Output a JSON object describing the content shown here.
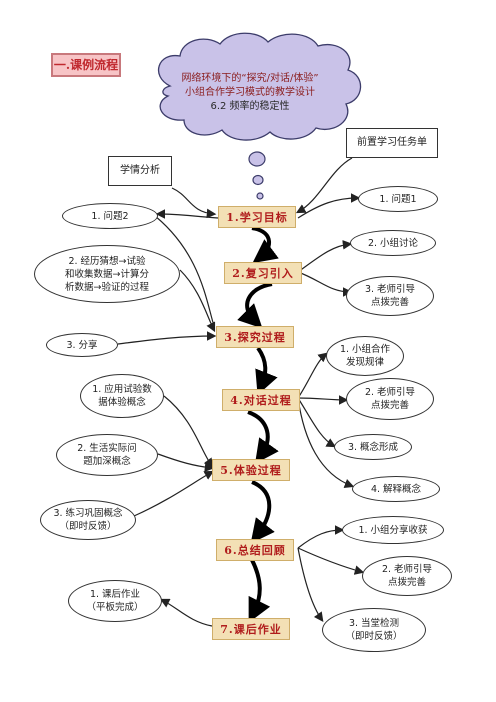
{
  "header": {
    "badge": "一.课例流程"
  },
  "cloud": {
    "line1": "网络环境下的“探究/对话/体验”",
    "line2": "小组合作学习模式的教学设计",
    "line3": "6.2  频率的稳定性"
  },
  "labels": {
    "analysis": "学情分析",
    "pretask": "前置学习任务单"
  },
  "steps": [
    "1.学习目标",
    "2.复习引入",
    "3.探究过程",
    "4.对话过程",
    "5.体验过程",
    "6.总结回顾",
    "7.课后作业"
  ],
  "left_bubbles": [
    "1. 问题2",
    "2. 经历猜想→试验\n和收集数据→计算分\n析数据→验证的过程",
    "3. 分享",
    "1. 应用试验数\n据体验概念",
    "2. 生活实际问\n题加深概念",
    "3. 练习巩固概念\n（即时反馈）",
    "1. 课后作业\n（平板完成）"
  ],
  "right_bubbles": [
    "1. 问题1",
    "2. 小组讨论",
    "3. 老师引导\n点拨完善",
    "1. 小组合作\n发现规律",
    "2. 老师引导\n点拨完善",
    "3. 概念形成",
    "4. 解释概念",
    "1. 小组分享收获",
    "2. 老师引导\n点拨完善",
    "3. 当堂检测\n（即时反馈）"
  ]
}
